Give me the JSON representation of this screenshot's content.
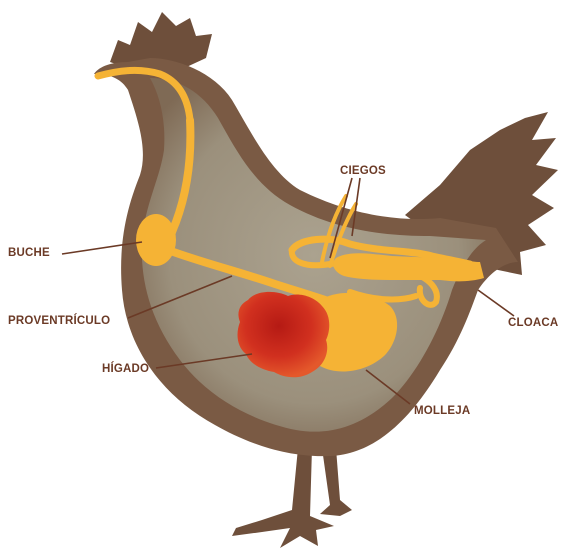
{
  "labels": {
    "buche": "BUCHE",
    "proventriculo": "PROVENTRÍCULO",
    "higado": "HÍGADO",
    "ciegos": "CIEGOS",
    "cloaca": "CLOACA",
    "molleja": "MOLLEJA"
  },
  "colors": {
    "body_outer": "#7a5a44",
    "body_inner": "#a39a87",
    "digestive_tract": "#f5b335",
    "liver": "#cc2a1e",
    "label_text": "#6b3a26"
  }
}
